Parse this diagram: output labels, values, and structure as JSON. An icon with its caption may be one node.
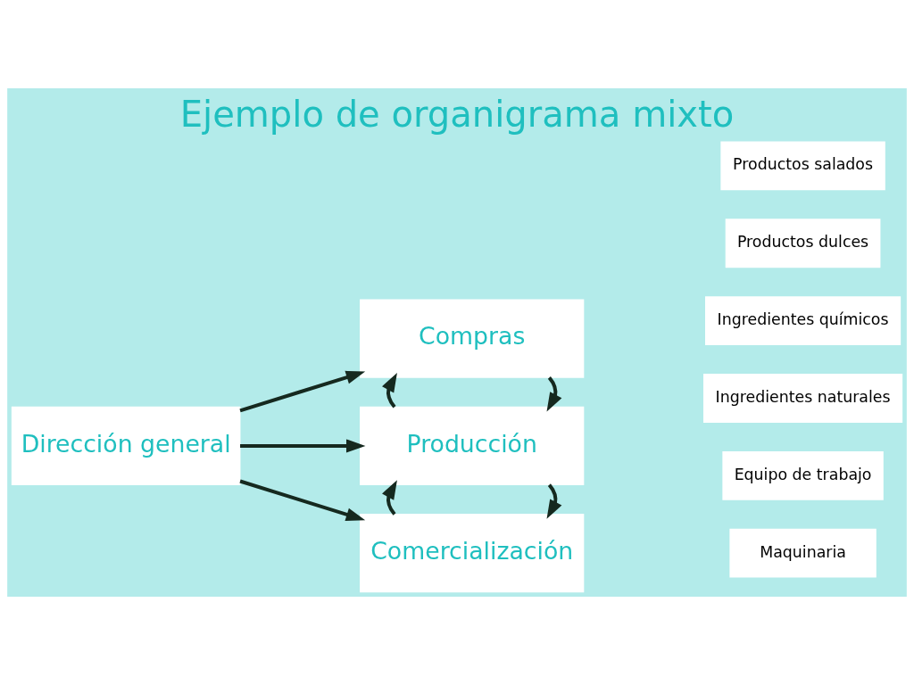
{
  "diagram": {
    "title": "Ejemplo de organigrama mixto",
    "nodes": [
      {
        "text": [
          "Dirección general"
        ]
      },
      {
        "text": [
          "Compras"
        ]
      },
      {
        "text": [
          "Producción"
        ]
      },
      {
        "text": [
          "Comercialización"
        ]
      },
      {
        "text": [
          "Maquinaria"
        ]
      },
      {
        "text": [
          "Equipo de trabajo"
        ]
      },
      {
        "text": [
          "Ingredientes naturales"
        ]
      },
      {
        "text": [
          "Ingredientes químicos"
        ]
      },
      {
        "text": [
          "Productos dulces"
        ]
      },
      {
        "text": [
          "Productos salados"
        ]
      }
    ],
    "edges": [
      {
        "from": 0,
        "to": 1,
        "arrow": "to"
      },
      {
        "from": 0,
        "to": 2,
        "arrow": "to"
      },
      {
        "from": 0,
        "to": 3,
        "arrow": "to"
      },
      {
        "from": 1,
        "to": 2,
        "arrow": "to"
      },
      {
        "from": 2,
        "to": 1,
        "arrow": "to"
      },
      {
        "from": 2,
        "to": 3,
        "arrow": "to"
      },
      {
        "from": 3,
        "to": 2,
        "arrow": "to"
      }
    ]
  }
}
